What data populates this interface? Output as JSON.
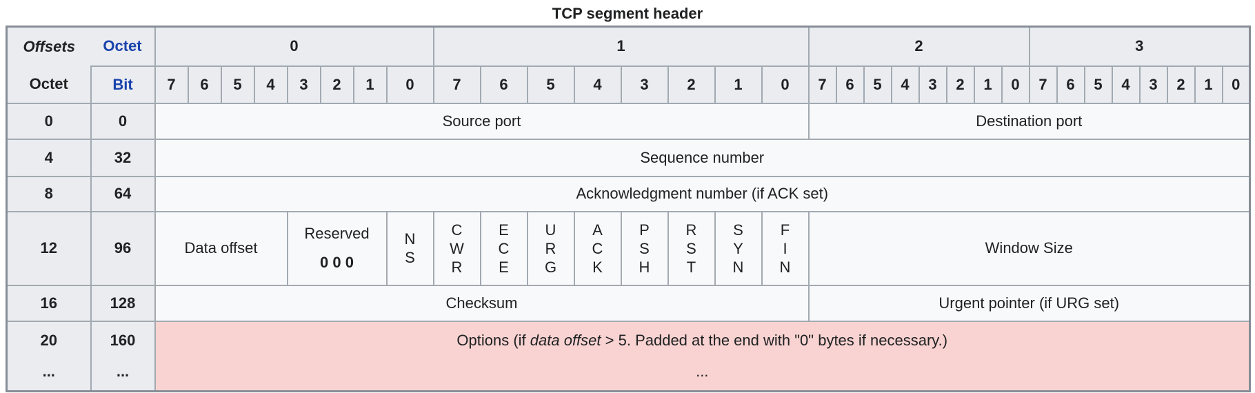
{
  "title": "TCP segment header",
  "colors": {
    "header_bg": "#eaecf0",
    "cell_bg": "#f8f9fa",
    "options_bg": "#f8d3d2",
    "border": "#a2a9b1",
    "outer_border": "#868d96",
    "text": "#202122",
    "link": "#1a43ad",
    "page_bg": "#ffffff"
  },
  "header": {
    "offsets_label": "Offsets",
    "octet_row_label": "Octet",
    "octet_link_label": "Octet",
    "bit_link_label": "Bit",
    "octet_groups": [
      "0",
      "1",
      "2",
      "3"
    ],
    "bit_numbers": [
      "7",
      "6",
      "5",
      "4",
      "3",
      "2",
      "1",
      "0"
    ]
  },
  "rows": [
    {
      "octet": "0",
      "bit": "0",
      "cells": [
        {
          "name": "source-port",
          "label": "Source port",
          "span": 16
        },
        {
          "name": "destination-port",
          "label": "Destination port",
          "span": 16
        }
      ]
    },
    {
      "octet": "4",
      "bit": "32",
      "cells": [
        {
          "name": "sequence-number",
          "label": "Sequence number",
          "span": 32
        }
      ]
    },
    {
      "octet": "8",
      "bit": "64",
      "cells": [
        {
          "name": "acknowledgment-number",
          "label": "Acknowledgment number (if ACK set)",
          "span": 32
        }
      ]
    },
    {
      "octet": "12",
      "bit": "96",
      "cells": [
        {
          "name": "data-offset",
          "label": "Data offset",
          "span": 4
        },
        {
          "name": "reserved",
          "lines": [
            "Reserved",
            "0 0 0"
          ],
          "bold_line": 1,
          "span": 3
        },
        {
          "name": "flag-ns",
          "letters": [
            "N",
            "S"
          ],
          "span": 1
        },
        {
          "name": "flag-cwr",
          "letters": [
            "C",
            "W",
            "R"
          ],
          "span": 1
        },
        {
          "name": "flag-ece",
          "letters": [
            "E",
            "C",
            "E"
          ],
          "span": 1
        },
        {
          "name": "flag-urg",
          "letters": [
            "U",
            "R",
            "G"
          ],
          "span": 1
        },
        {
          "name": "flag-ack",
          "letters": [
            "A",
            "C",
            "K"
          ],
          "span": 1
        },
        {
          "name": "flag-psh",
          "letters": [
            "P",
            "S",
            "H"
          ],
          "span": 1
        },
        {
          "name": "flag-rst",
          "letters": [
            "R",
            "S",
            "T"
          ],
          "span": 1
        },
        {
          "name": "flag-syn",
          "letters": [
            "S",
            "Y",
            "N"
          ],
          "span": 1
        },
        {
          "name": "flag-fin",
          "letters": [
            "F",
            "I",
            "N"
          ],
          "span": 1
        },
        {
          "name": "window-size",
          "label": "Window Size",
          "span": 16
        }
      ]
    },
    {
      "octet": "16",
      "bit": "128",
      "cells": [
        {
          "name": "checksum",
          "label": "Checksum",
          "span": 16
        },
        {
          "name": "urgent-pointer",
          "label": "Urgent pointer (if URG set)",
          "span": 16
        }
      ]
    },
    {
      "octet_lines": [
        "20",
        "..."
      ],
      "bit_lines": [
        "160",
        "..."
      ],
      "cells": [
        {
          "name": "options",
          "span": 32,
          "pink": true,
          "segments": [
            {
              "t": "Options (if "
            },
            {
              "t": "data offset",
              "i": true
            },
            {
              "t": " > 5. Padded at the end with \"0\" bytes if necessary.)"
            }
          ],
          "line2": "..."
        }
      ]
    }
  ]
}
